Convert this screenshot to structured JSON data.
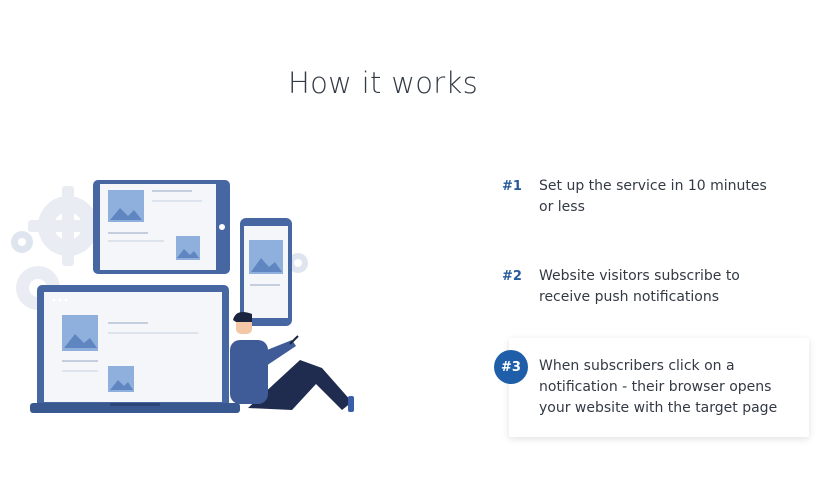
{
  "section": {
    "title": "How it works"
  },
  "steps": [
    {
      "number": "#1",
      "text": "Set up the service in 10 minutes or less",
      "active": false
    },
    {
      "number": "#2",
      "text": "Website visitors subscribe to receive push notifications",
      "active": false
    },
    {
      "number": "#3",
      "text": "When subscribers click on a notification - their browser opens your website with the target page",
      "active": true
    }
  ],
  "colors": {
    "title": "#333a45",
    "step_number": "#285a9a",
    "active_badge": "#1f5fa9",
    "device_frame": "#4767a3",
    "gear": "#e9edf3"
  },
  "illustration": {
    "icons": [
      "gear-icon",
      "tablet-icon",
      "phone-icon",
      "laptop-icon",
      "image-placeholder-icon",
      "person-figure"
    ]
  }
}
